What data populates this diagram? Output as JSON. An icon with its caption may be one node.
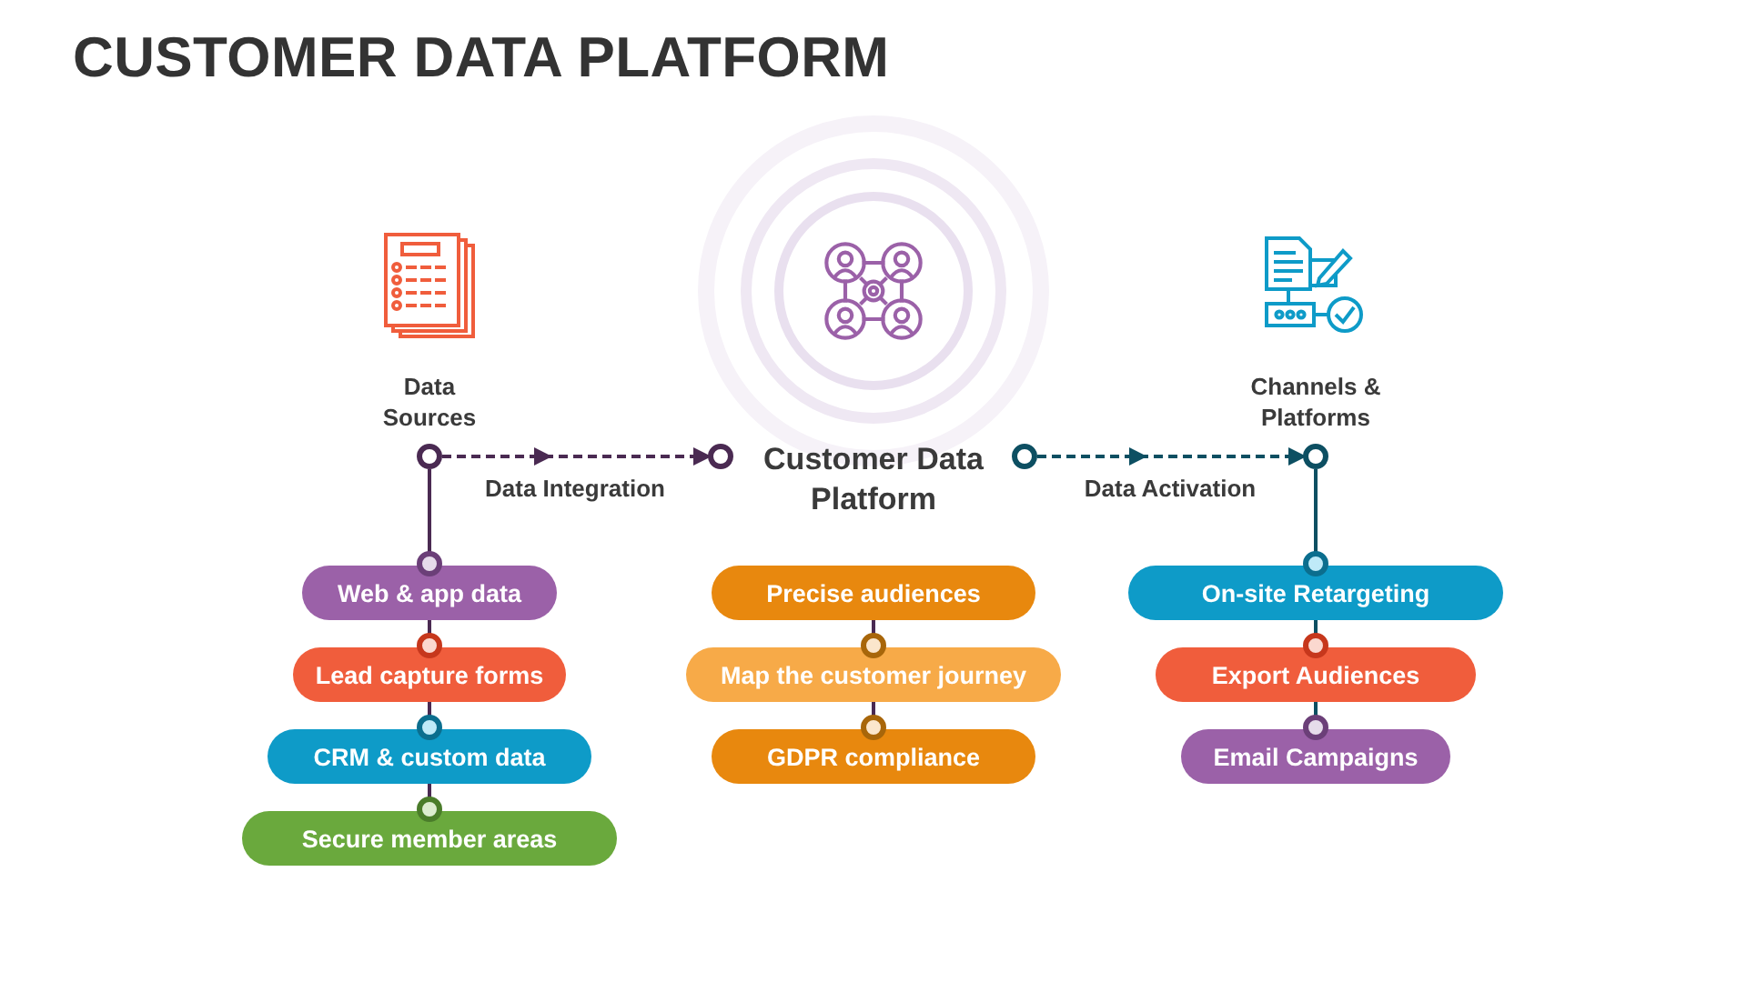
{
  "diagram": {
    "title": "CUSTOMER DATA PLATFORM",
    "nodes": [
      {
        "text": [
          "Data Sources"
        ]
      },
      {
        "text": [],
        "shape": "circle"
      },
      {
        "text": [],
        "shape": "circle"
      },
      {
        "text": [
          "Customer Data Platform"
        ]
      },
      {
        "text": [],
        "shape": "circle"
      },
      {
        "text": [],
        "shape": "circle"
      },
      {
        "text": [
          "Channels & Platforms"
        ]
      },
      {
        "text": [
          "Web & app data"
        ]
      },
      {
        "text": [
          "Lead capture forms"
        ]
      },
      {
        "text": [
          "CRM & custom data"
        ]
      },
      {
        "text": [
          "Secure member areas"
        ]
      },
      {
        "text": [
          "Precise audiences"
        ]
      },
      {
        "text": [
          "Map the customer journey"
        ]
      },
      {
        "text": [
          "GDPR compliance"
        ]
      },
      {
        "text": [
          "On-site Retargeting"
        ]
      },
      {
        "text": [
          "Export Audiences"
        ]
      },
      {
        "text": [
          "Email Campaigns"
        ]
      }
    ],
    "edges": [
      {
        "from": 1,
        "to": 2,
        "arrow": "to",
        "label": "Data Integration",
        "style": "dashed"
      },
      {
        "from": 4,
        "to": 5,
        "arrow": "to",
        "label": "Data Activation",
        "style": "dashed",
        "color": "#0d4f62"
      },
      {
        "from": 1,
        "to": 7,
        "arrow": "none"
      },
      {
        "from": 7,
        "to": 8,
        "arrow": "none"
      },
      {
        "from": 8,
        "to": 9,
        "arrow": "none"
      },
      {
        "from": 9,
        "to": 10,
        "arrow": "none"
      },
      {
        "from": 11,
        "to": 12,
        "arrow": "none"
      },
      {
        "from": 12,
        "to": 13,
        "arrow": "none"
      },
      {
        "from": 5,
        "to": 14,
        "arrow": "none",
        "color": "#0d4f62"
      },
      {
        "from": 14,
        "to": 15,
        "arrow": "none",
        "color": "#0d4f62"
      },
      {
        "from": 15,
        "to": 16,
        "arrow": "none",
        "color": "#0d4f62"
      }
    ]
  }
}
